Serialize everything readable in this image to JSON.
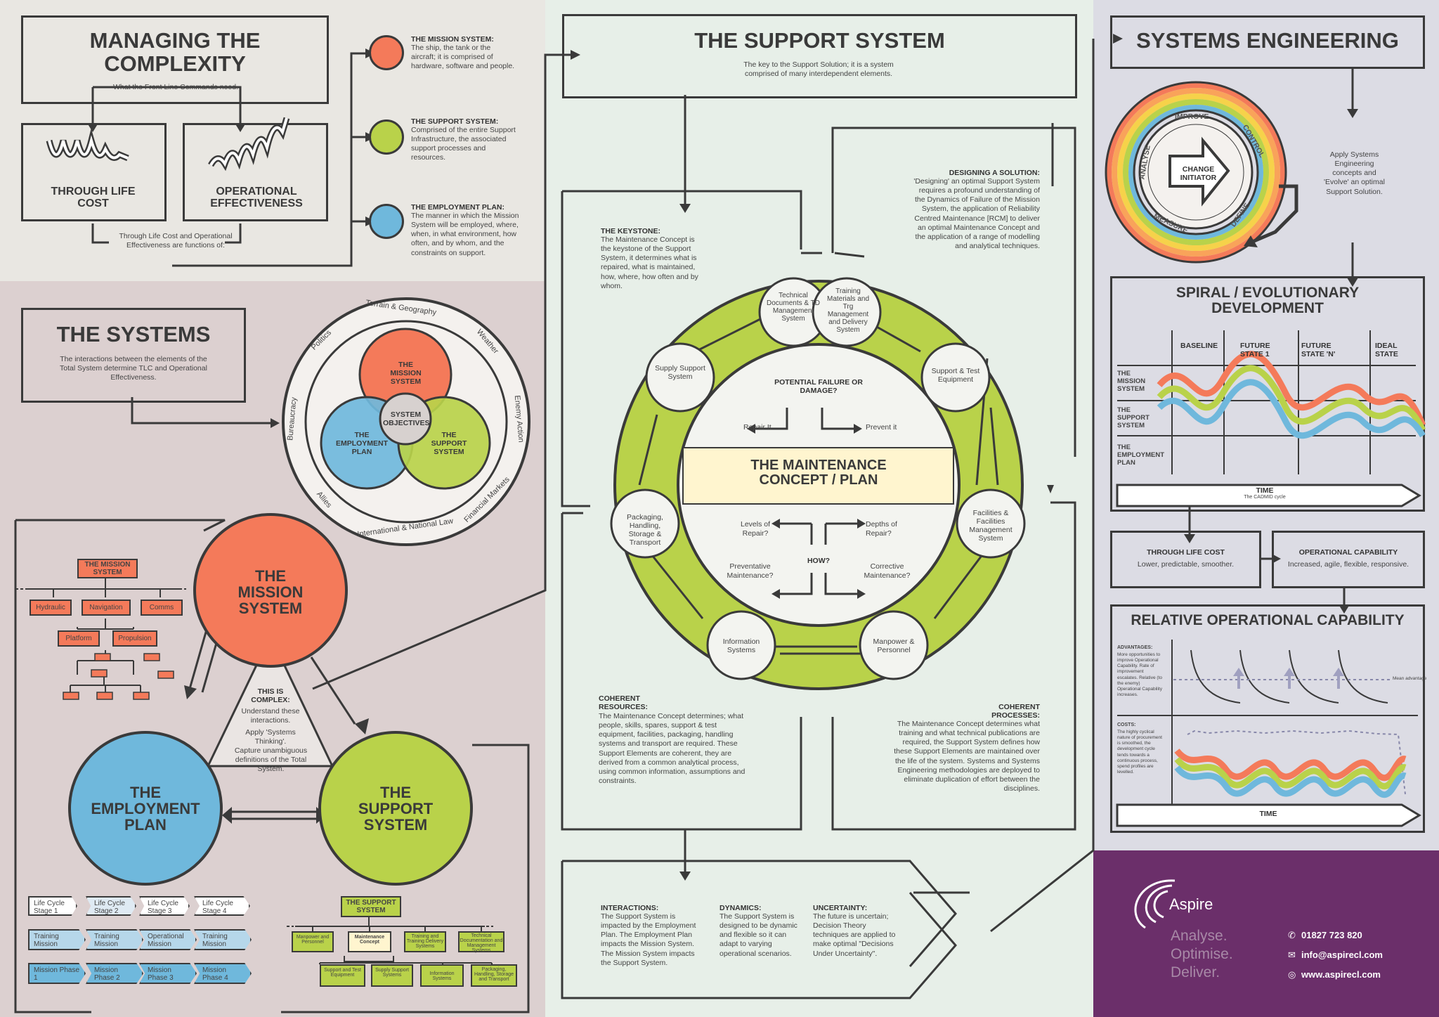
{
  "colors": {
    "mission": "#f47a5a",
    "support": "#b9d24a",
    "employment": "#6fb8dc",
    "purple": "#6b2f6a",
    "mint": "#e7efe8",
    "rose": "#dcd0d0",
    "beige": "#e9e7e2",
    "lavender": "#dcdce4"
  },
  "complexity": {
    "title": "MANAGING THE COMPLEXITY",
    "subtitle": "What the Front Line Commands need.",
    "tlc": "THROUGH LIFE COST",
    "oe": "OPERATIONAL EFFECTIVENESS",
    "functions": "Through Life Cost and Operational Effectiveness are functions of:",
    "items": [
      {
        "head": "THE MISSION SYSTEM:",
        "body": "The ship, the tank or the aircraft; it is comprised of hardware, software and people."
      },
      {
        "head": "THE SUPPORT SYSTEM:",
        "body": "Comprised of the entire Support Infrastructure, the associated support processes and resources."
      },
      {
        "head": "THE EMPLOYMENT PLAN:",
        "body": "The manner in which the Mission System will be employed, where, when, in what environment, how often, and by whom, and the constraints on support."
      }
    ]
  },
  "systems": {
    "title": "THE SYSTEMS",
    "desc": "The interactions between the elements of the Total System determine TLC and Operational Effectiveness.",
    "ring": [
      "Terrain & Geography",
      "Weather",
      "Enemy Action",
      "Financial Markets",
      "International & National Law",
      "Allies",
      "Bureaucracy",
      "Politics"
    ],
    "venn": {
      "mission": "THE MISSION SYSTEM",
      "employment": "THE EMPLOYMENT PLAN",
      "support": "THE SUPPORT SYSTEM",
      "center": "SYSTEM OBJECTIVES"
    },
    "big": {
      "mission": "THE MISSION SYSTEM",
      "employment": "THE EMPLOYMENT PLAN",
      "support": "THE SUPPORT SYSTEM"
    },
    "complex": {
      "head": "THIS IS COMPLEX:",
      "lines": [
        "Understand these interactions.",
        "Apply 'Systems Thinking'.",
        "Capture unambiguous definitions of the Total System."
      ]
    },
    "mission_tree": {
      "root": "THE MISSION SYSTEM",
      "row1": [
        "Hydraulic",
        "Navigation",
        "Comms"
      ],
      "row2": [
        "Platform",
        "Propulsion"
      ]
    },
    "support_tree": {
      "root": "THE SUPPORT SYSTEM",
      "row1": [
        "Manpower and Personnel",
        "Maintenance Concept",
        "Training and Training Delivery Systems",
        "Technical Documentation and Management Systems"
      ],
      "row2": [
        "Support and Test Equipment",
        "Supply Support Systems",
        "Information Systems",
        "Packaging, Handling, Storage and Transport"
      ]
    },
    "lifecycle": [
      "Life Cycle Stage 1",
      "Life Cycle Stage 2",
      "Life Cycle Stage 3",
      "Life Cycle Stage 4"
    ],
    "training": [
      "Training Mission",
      "Training Mission",
      "Operational Mission",
      "Training Mission"
    ],
    "phases": [
      "Mission Phase 1",
      "Mission Phase 2",
      "Mission Phase 3",
      "Mission Phase 4"
    ]
  },
  "support": {
    "title": "THE SUPPORT SYSTEM",
    "subtitle": "The key to the Support Solution; it is a system comprised of many interdependent elements.",
    "keystone_head": "THE KEYSTONE:",
    "keystone": "The Maintenance Concept is the keystone of the Support System, it determines what is repaired, what is maintained, how, where, how often and by whom.",
    "design_head": "DESIGNING A SOLUTION:",
    "design": "'Designing' an optimal Support System requires a profound understanding of the Dynamics of Failure of the Mission System, the application of Reliability Centred Maintenance [RCM] to deliver an optimal Maintenance Concept and the application of a range of modelling and analytical techniques.",
    "nodes": [
      "Technical Documents & TD Management System",
      "Training Materials and Trg Management and Delivery System",
      "Support & Test Equipment",
      "Facilities & Facilities Management System",
      "Manpower & Personnel",
      "Information Systems",
      "Packaging, Handling, Storage & Transport",
      "Supply Support System"
    ],
    "center": "THE MAINTENANCE CONCEPT / PLAN",
    "potential": "POTENTIAL FAILURE OR DAMAGE?",
    "repair": "Repair It",
    "prevent": "Prevent it",
    "levels": "Levels of Repair?",
    "depths": "Depths of Repair?",
    "how": "HOW?",
    "preventative": "Preventative Maintenance?",
    "corrective": "Corrective Maintenance?",
    "res_head": "COHERENT RESOURCES:",
    "res": "The Maintenance Concept determines; what people, skills, spares, support & test equipment, facilities, packaging, handling systems and transport are required. These Support Elements are coherent, they are derived from a common analytical process, using common information, assumptions and constraints.",
    "proc_head": "COHERENT PROCESSES:",
    "proc": "The Maintenance Concept determines what training and what technical publications are required, the Support System defines how these Support Elements are maintained over the life of the system. Systems and Systems Engineering methodologies are deployed to eliminate duplication of effort between the disciplines.",
    "inter_head": "INTERACTIONS:",
    "inter": "The Support System is impacted by the Employment Plan. The Employment Plan impacts the Mission System. The Mission System impacts the Support System.",
    "dyn_head": "DYNAMICS:",
    "dyn": "The Support System is designed to be dynamic and flexible so it can adapt to varying operational scenarios.",
    "unc_head": "UNCERTAINTY:",
    "unc": "The future is uncertain; Decision Theory techniques are applied to make optimal \"Decisions Under Uncertainty\"."
  },
  "se": {
    "title": "SYSTEMS ENGINEERING",
    "cycle": [
      "IMPROVE",
      "CONTROL",
      "DEFINE",
      "MEASURE",
      "ANALYSE"
    ],
    "initiator": "CHANGE INITIATOR",
    "apply": "Apply Systems Engineering concepts and 'Evolve' an optimal Support Solution.",
    "spiral_title": "SPIRAL / EVOLUTIONARY DEVELOPMENT",
    "cols": [
      "BASELINE",
      "FUTURE STATE 1",
      "FUTURE STATE 'N'",
      "IDEAL STATE"
    ],
    "rows": [
      "THE MISSION SYSTEM",
      "THE SUPPORT SYSTEM",
      "THE EMPLOYMENT PLAN"
    ],
    "time": "TIME",
    "cadmid": "The CADMID cycle",
    "tlc_head": "THROUGH LIFE COST",
    "tlc": "Lower, predictable, smoother.",
    "oc_head": "OPERATIONAL CAPABILITY",
    "oc": "Increased, agile, flexible, responsive.",
    "roc_title": "RELATIVE OPERATIONAL CAPABILITY",
    "adv_head": "ADVANTAGES:",
    "adv": "More opportunities to improve Operational Capability. Rate of improvement escalates. Relative (to the enemy) Operational Capability increases.",
    "mean": "Mean advantage",
    "cost_head": "COSTS:",
    "cost": "The highly cyclical nature of procurement is smoothed, the development cycle tends towards a continuous process, spend profiles are levelled.",
    "time2": "TIME"
  },
  "brand": {
    "name": "Aspire",
    "tag1": "Analyse.",
    "tag2": "Optimise.",
    "tag3": "Deliver.",
    "phone": "01827 723 820",
    "email": "info@aspirecl.com",
    "web": "www.aspirecl.com"
  }
}
